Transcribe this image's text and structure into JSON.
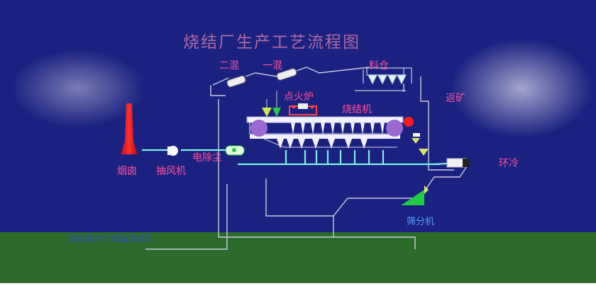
{
  "diagram": {
    "title": "烧结厂生产工艺流程图",
    "labels": {
      "er_hun": "二混",
      "yi_hun": "一混",
      "liao_cang": "料仓",
      "dian_huo_lu": "点火炉",
      "shao_jie_ji": "烧结机",
      "fan_kuang": "返矿",
      "huan_leng": "环冷",
      "dian_chu_chen": "电除尘",
      "yan_cong": "烟囱",
      "chou_feng_ji": "抽风机",
      "shai_fen_ji": "筛分机",
      "product": "送往高炉的成品烧结矿"
    },
    "colors": {
      "sky": "#1a2180",
      "ground": "#2e6b2a",
      "line": "#c9cce0",
      "machine_line": "#d8d4f0",
      "title": "#b06aa6",
      "label": "#ff4f9c",
      "chimney": "#ff2020",
      "drum": "#9a6ad0",
      "green_accent": "#22cc44",
      "cyan_pipe": "#7ff0e8"
    }
  }
}
